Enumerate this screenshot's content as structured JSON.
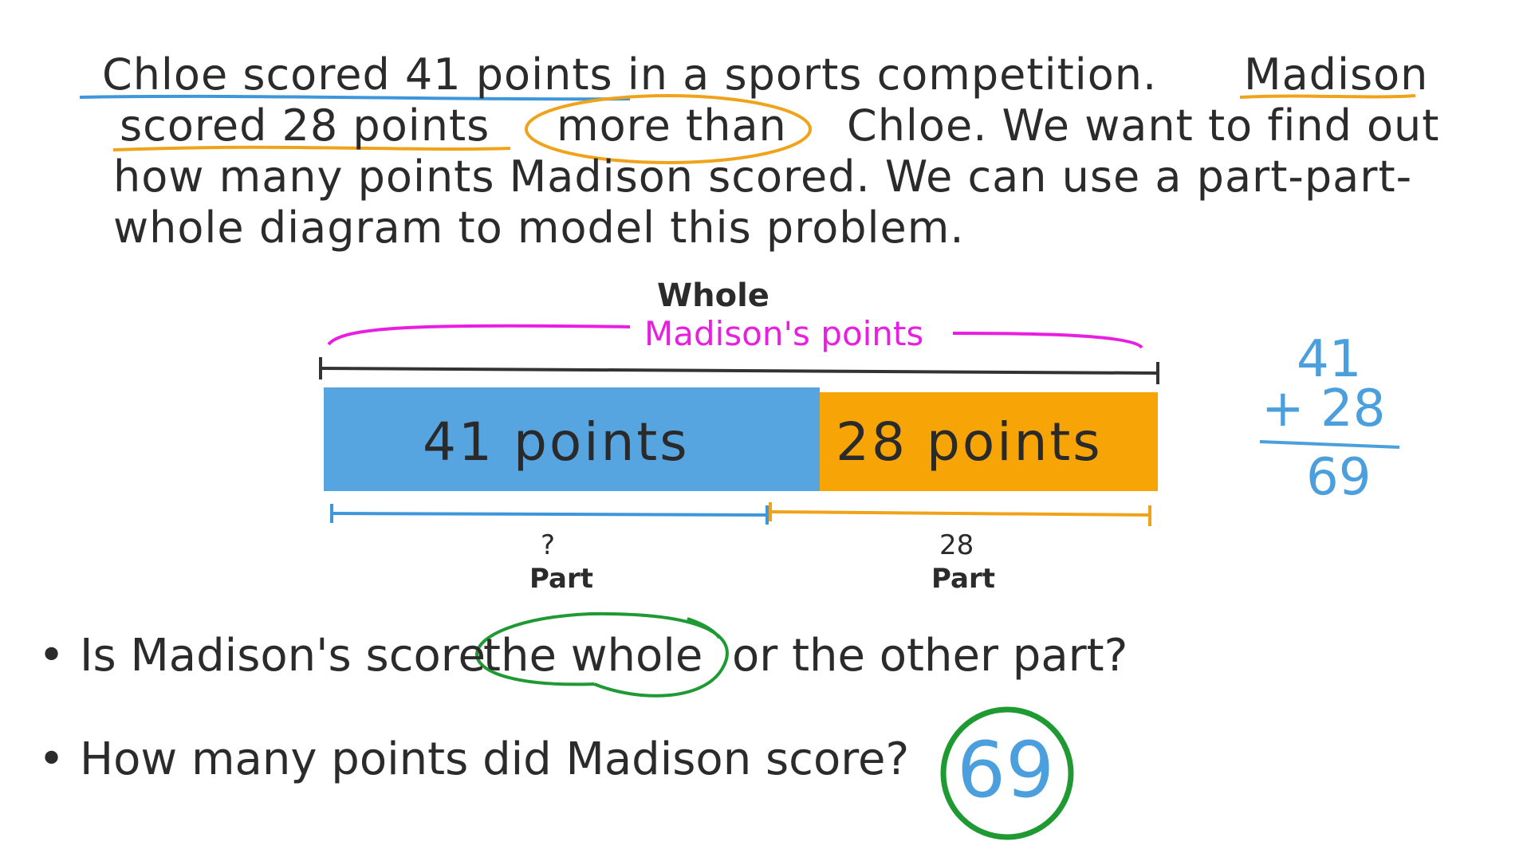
{
  "paragraph": {
    "line1a": "Chloe scored 41 points in a sports competition.",
    "line1b": "Madison",
    "line2a": "scored 28 points",
    "line2b": "more than",
    "line2c": "Chloe. We want to find out",
    "line3": "how many points Madison scored. We can use a part-part-",
    "line4": "whole diagram to model this problem."
  },
  "diagram": {
    "whole_label": "Whole",
    "whole_sublabel": "Madison's points",
    "left_segment": "41 points",
    "right_segment": "28 points",
    "left_value": 41,
    "right_value": 28,
    "left_part_value": "?",
    "left_part_label": "Part",
    "right_part_value": "28",
    "right_part_label": "Part",
    "colors": {
      "left": "#56a5e0",
      "right": "#f6a406",
      "whole_brace": "#e81ee0",
      "line": "#333333"
    }
  },
  "calculation": {
    "top": "41",
    "bottom": "+ 28",
    "result": "69"
  },
  "questions": [
    {
      "bullet": "•",
      "a": "Is Madison's score",
      "b": "the whole",
      "c": "or the other part?"
    },
    {
      "bullet": "•",
      "a": "How many points did Madison score?"
    }
  ],
  "answer": "69",
  "highlight_colors": {
    "blue": "#3f97db",
    "orange": "#f0a31a",
    "green": "#1f9a33"
  }
}
